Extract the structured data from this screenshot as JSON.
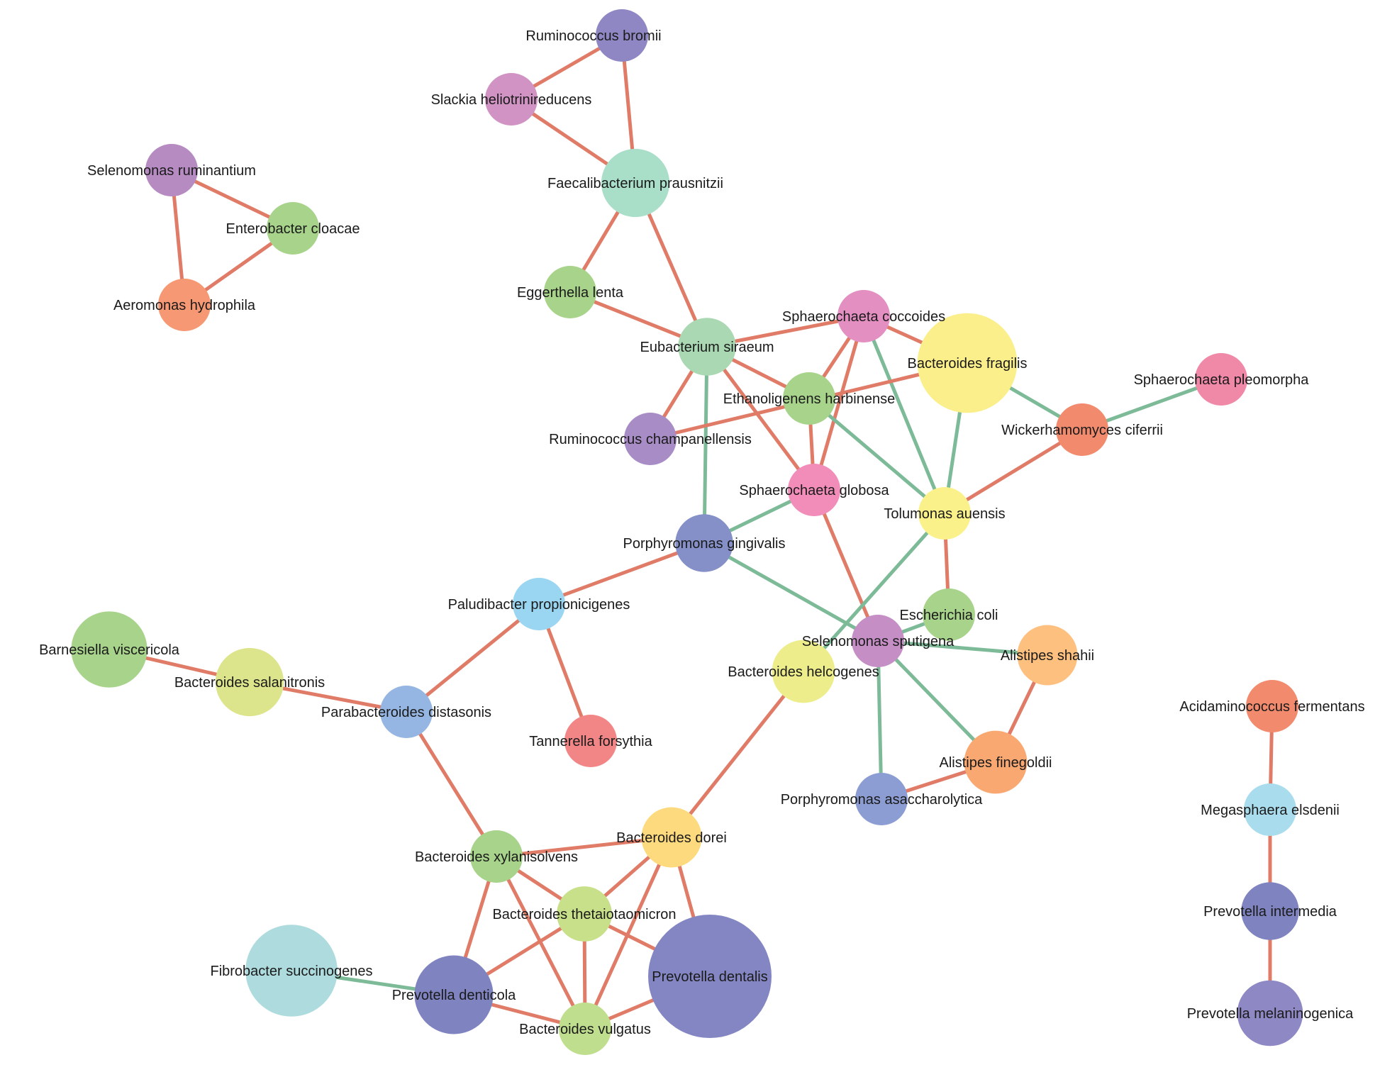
{
  "colors": {
    "negative_edge": "#E07B67",
    "positive_edge": "#7DBA98",
    "label_text": "#1a1a1a"
  },
  "nodes": [
    {
      "id": "ruminococcus_bromii",
      "label": "Ruminococcus bromii",
      "color": "#8E87C3",
      "size": 1
    },
    {
      "id": "slackia",
      "label": "Slackia heliotrinireducens",
      "color": "#D193C4",
      "size": 1
    },
    {
      "id": "faecalibacterium",
      "label": "Faecalibacterium prausnitzii",
      "color": "#A9DEC9",
      "size": 1.3
    },
    {
      "id": "selenomonas_ruminantium",
      "label": "Selenomonas ruminantium",
      "color": "#B68BC2",
      "size": 1
    },
    {
      "id": "enterobacter",
      "label": "Enterobacter cloacae",
      "color": "#A7D38B",
      "size": 1
    },
    {
      "id": "aeromonas",
      "label": "Aeromonas hydrophila",
      "color": "#F69873",
      "size": 1
    },
    {
      "id": "eggerthella",
      "label": "Eggerthella lenta",
      "color": "#A7D38B",
      "size": 1
    },
    {
      "id": "sphaerochaeta_coccoides",
      "label": "Sphaerochaeta coccoides",
      "color": "#E38FC1",
      "size": 1
    },
    {
      "id": "eubacterium",
      "label": "Eubacterium siraeum",
      "color": "#A9D8B3",
      "size": 1.1
    },
    {
      "id": "bacteroides_fragilis",
      "label": "Bacteroides fragilis",
      "color": "#FBEF8B",
      "size": 1.9
    },
    {
      "id": "sphaerochaeta_pleomorpha",
      "label": "Sphaerochaeta pleomorpha",
      "color": "#F088A8",
      "size": 1
    },
    {
      "id": "ethanoligenens",
      "label": "Ethanoligenens harbinense",
      "color": "#A7D38B",
      "size": 1
    },
    {
      "id": "wickerhamomyces",
      "label": "Wickerhamomyces ciferrii",
      "color": "#F28A6E",
      "size": 1
    },
    {
      "id": "ruminococcus_champanellensis",
      "label": "Ruminococcus champanellensis",
      "color": "#A78CC6",
      "size": 1
    },
    {
      "id": "sphaerochaeta_globosa",
      "label": "Sphaerochaeta globosa",
      "color": "#F28DB9",
      "size": 1
    },
    {
      "id": "tolumonas",
      "label": "Tolumonas auensis",
      "color": "#FBF18A",
      "size": 1
    },
    {
      "id": "porphyromonas_gingivalis",
      "label": "Porphyromonas gingivalis",
      "color": "#8690C8",
      "size": 1.1
    },
    {
      "id": "paludibacter",
      "label": "Paludibacter propionicigenes",
      "color": "#9AD5F2",
      "size": 1
    },
    {
      "id": "escherichia",
      "label": "Escherichia coli",
      "color": "#A7D38B",
      "size": 1
    },
    {
      "id": "selenomonas_sputigena",
      "label": "Selenomonas sputigena",
      "color": "#C58FC6",
      "size": 1
    },
    {
      "id": "barnesiella",
      "label": "Barnesiella viscericola",
      "color": "#A7D38B",
      "size": 1.45
    },
    {
      "id": "alistipes_shahii",
      "label": "Alistipes shahii",
      "color": "#FDC07E",
      "size": 1.15
    },
    {
      "id": "bacteroides_helcogenes",
      "label": "Bacteroides helcogenes",
      "color": "#EDEE8B",
      "size": 1.2
    },
    {
      "id": "bacteroides_salanitronis",
      "label": "Bacteroides salanitronis",
      "color": "#DDE58C",
      "size": 1.3
    },
    {
      "id": "parabacteroides",
      "label": "Parabacteroides distasonis",
      "color": "#95B6E2",
      "size": 1
    },
    {
      "id": "acidaminococcus",
      "label": "Acidaminococcus fermentans",
      "color": "#F28A6E",
      "size": 1
    },
    {
      "id": "tannerella",
      "label": "Tannerella forsythia",
      "color": "#F28686",
      "size": 1
    },
    {
      "id": "alistipes_finegoldii",
      "label": "Alistipes finegoldii",
      "color": "#F9A872",
      "size": 1.2
    },
    {
      "id": "porphyromonas_asaccharolytica",
      "label": "Porphyromonas asaccharolytica",
      "color": "#8C9DD3",
      "size": 1
    },
    {
      "id": "megasphaera",
      "label": "Megasphaera elsdenii",
      "color": "#A9DDEE",
      "size": 1
    },
    {
      "id": "bacteroides_dorei",
      "label": "Bacteroides dorei",
      "color": "#FEDA7E",
      "size": 1.15
    },
    {
      "id": "bacteroides_xylanisolvens",
      "label": "Bacteroides xylanisolvens",
      "color": "#A7D38B",
      "size": 1
    },
    {
      "id": "prevotella_intermedia",
      "label": "Prevotella intermedia",
      "color": "#7F83C0",
      "size": 1.1
    },
    {
      "id": "bacteroides_thetaiotaomicron",
      "label": "Bacteroides thetaiotaomicron",
      "color": "#C9E08A",
      "size": 1.05
    },
    {
      "id": "fibrobacter",
      "label": "Fibrobacter succinogenes",
      "color": "#AEDCDE",
      "size": 1.75
    },
    {
      "id": "prevotella_dentalis",
      "label": "Prevotella dentalis",
      "color": "#8386C2",
      "size": 2.35
    },
    {
      "id": "prevotella_denticola",
      "label": "Prevotella denticola",
      "color": "#7F83C0",
      "size": 1.5
    },
    {
      "id": "prevotella_melaninogenica",
      "label": "Prevotella melaninogenica",
      "color": "#8E89C4",
      "size": 1.25
    },
    {
      "id": "bacteroides_vulgatus",
      "label": "Bacteroides vulgatus",
      "color": "#BFDF8E",
      "size": 1
    }
  ],
  "edges": [
    {
      "source": "ruminococcus_bromii",
      "target": "slackia",
      "type": "negative"
    },
    {
      "source": "ruminococcus_bromii",
      "target": "faecalibacterium",
      "type": "negative"
    },
    {
      "source": "slackia",
      "target": "faecalibacterium",
      "type": "negative"
    },
    {
      "source": "faecalibacterium",
      "target": "eggerthella",
      "type": "negative"
    },
    {
      "source": "faecalibacterium",
      "target": "eubacterium",
      "type": "negative"
    },
    {
      "source": "selenomonas_ruminantium",
      "target": "enterobacter",
      "type": "negative"
    },
    {
      "source": "selenomonas_ruminantium",
      "target": "aeromonas",
      "type": "negative"
    },
    {
      "source": "enterobacter",
      "target": "aeromonas",
      "type": "negative"
    },
    {
      "source": "eggerthella",
      "target": "eubacterium",
      "type": "negative"
    },
    {
      "source": "eubacterium",
      "target": "sphaerochaeta_coccoides",
      "type": "negative"
    },
    {
      "source": "eubacterium",
      "target": "ethanoligenens",
      "type": "negative"
    },
    {
      "source": "eubacterium",
      "target": "ruminococcus_champanellensis",
      "type": "negative"
    },
    {
      "source": "eubacterium",
      "target": "sphaerochaeta_globosa",
      "type": "negative"
    },
    {
      "source": "eubacterium",
      "target": "porphyromonas_gingivalis",
      "type": "positive"
    },
    {
      "source": "sphaerochaeta_coccoides",
      "target": "bacteroides_fragilis",
      "type": "negative"
    },
    {
      "source": "sphaerochaeta_coccoides",
      "target": "ethanoligenens",
      "type": "negative"
    },
    {
      "source": "sphaerochaeta_coccoides",
      "target": "sphaerochaeta_globosa",
      "type": "negative"
    },
    {
      "source": "sphaerochaeta_coccoides",
      "target": "tolumonas",
      "type": "positive"
    },
    {
      "source": "bacteroides_fragilis",
      "target": "ruminococcus_champanellensis",
      "type": "negative"
    },
    {
      "source": "bacteroides_fragilis",
      "target": "tolumonas",
      "type": "positive"
    },
    {
      "source": "bacteroides_fragilis",
      "target": "wickerhamomyces",
      "type": "positive"
    },
    {
      "source": "sphaerochaeta_pleomorpha",
      "target": "wickerhamomyces",
      "type": "positive"
    },
    {
      "source": "wickerhamomyces",
      "target": "tolumonas",
      "type": "negative"
    },
    {
      "source": "ethanoligenens",
      "target": "sphaerochaeta_globosa",
      "type": "negative"
    },
    {
      "source": "ethanoligenens",
      "target": "tolumonas",
      "type": "positive"
    },
    {
      "source": "sphaerochaeta_globosa",
      "target": "porphyromonas_gingivalis",
      "type": "positive"
    },
    {
      "source": "sphaerochaeta_globosa",
      "target": "selenomonas_sputigena",
      "type": "negative"
    },
    {
      "source": "tolumonas",
      "target": "escherichia",
      "type": "negative"
    },
    {
      "source": "tolumonas",
      "target": "bacteroides_helcogenes",
      "type": "positive"
    },
    {
      "source": "porphyromonas_gingivalis",
      "target": "paludibacter",
      "type": "negative"
    },
    {
      "source": "porphyromonas_gingivalis",
      "target": "selenomonas_sputigena",
      "type": "positive"
    },
    {
      "source": "paludibacter",
      "target": "parabacteroides",
      "type": "negative"
    },
    {
      "source": "paludibacter",
      "target": "tannerella",
      "type": "negative"
    },
    {
      "source": "escherichia",
      "target": "selenomonas_sputigena",
      "type": "positive"
    },
    {
      "source": "selenomonas_sputigena",
      "target": "alistipes_shahii",
      "type": "positive"
    },
    {
      "source": "selenomonas_sputigena",
      "target": "alistipes_finegoldii",
      "type": "positive"
    },
    {
      "source": "selenomonas_sputigena",
      "target": "porphyromonas_asaccharolytica",
      "type": "positive"
    },
    {
      "source": "alistipes_shahii",
      "target": "alistipes_finegoldii",
      "type": "negative"
    },
    {
      "source": "alistipes_finegoldii",
      "target": "porphyromonas_asaccharolytica",
      "type": "negative"
    },
    {
      "source": "bacteroides_helcogenes",
      "target": "bacteroides_dorei",
      "type": "negative"
    },
    {
      "source": "barnesiella",
      "target": "bacteroides_salanitronis",
      "type": "negative"
    },
    {
      "source": "bacteroides_salanitronis",
      "target": "parabacteroides",
      "type": "negative"
    },
    {
      "source": "parabacteroides",
      "target": "bacteroides_xylanisolvens",
      "type": "negative"
    },
    {
      "source": "acidaminococcus",
      "target": "megasphaera",
      "type": "negative"
    },
    {
      "source": "megasphaera",
      "target": "prevotella_intermedia",
      "type": "negative"
    },
    {
      "source": "prevotella_intermedia",
      "target": "prevotella_melaninogenica",
      "type": "negative"
    },
    {
      "source": "bacteroides_dorei",
      "target": "bacteroides_xylanisolvens",
      "type": "negative"
    },
    {
      "source": "bacteroides_dorei",
      "target": "bacteroides_thetaiotaomicron",
      "type": "negative"
    },
    {
      "source": "bacteroides_dorei",
      "target": "prevotella_dentalis",
      "type": "negative"
    },
    {
      "source": "bacteroides_dorei",
      "target": "bacteroides_vulgatus",
      "type": "negative"
    },
    {
      "source": "bacteroides_xylanisolvens",
      "target": "bacteroides_thetaiotaomicron",
      "type": "negative"
    },
    {
      "source": "bacteroides_xylanisolvens",
      "target": "prevotella_denticola",
      "type": "negative"
    },
    {
      "source": "bacteroides_xylanisolvens",
      "target": "bacteroides_vulgatus",
      "type": "negative"
    },
    {
      "source": "bacteroides_thetaiotaomicron",
      "target": "prevotella_dentalis",
      "type": "negative"
    },
    {
      "source": "bacteroides_thetaiotaomicron",
      "target": "prevotella_denticola",
      "type": "negative"
    },
    {
      "source": "bacteroides_thetaiotaomicron",
      "target": "bacteroides_vulgatus",
      "type": "negative"
    },
    {
      "source": "fibrobacter",
      "target": "prevotella_denticola",
      "type": "positive"
    },
    {
      "source": "prevotella_denticola",
      "target": "bacteroides_vulgatus",
      "type": "negative"
    },
    {
      "source": "prevotella_dentalis",
      "target": "bacteroides_vulgatus",
      "type": "negative"
    }
  ]
}
